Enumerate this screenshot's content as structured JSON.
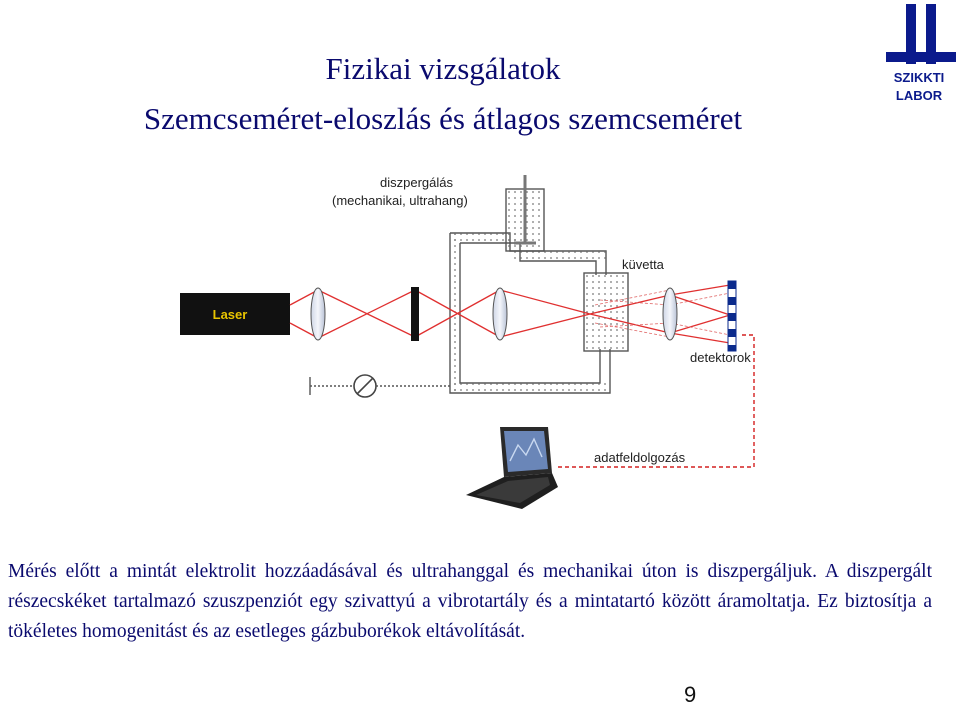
{
  "slide": {
    "title_line1": "Fizikai vizsgálatok",
    "title_line2": "Szemcseméret-eloszlás és átlagos szemcseméret",
    "logo_text_top": "SZIKKTI",
    "logo_text_bottom": "LABOR",
    "paragraph": "Mérés előtt a mintát elektrolit hozzáadásával és ultrahanggal és mechanikai úton is diszpergáljuk. A diszpergált részecskéket tartalmazó szuszpenziót egy szivattyú a vibrotartály és a mintatartó között áramoltatja. Ez biztosítja a tökéletes homogenitást és az esetleges gázbuborékok eltávolítását.",
    "page_number": "9"
  },
  "diagram": {
    "label_dispersion_1": "diszpergálás",
    "label_dispersion_2": "(mechanikai, ultrahang)",
    "label_cuvette": "küvetta",
    "label_detectors": "detektorok",
    "label_laser": "Laser",
    "label_data_processing": "adatfeldolgozás",
    "colors": {
      "beam": "#e03030",
      "dashed_signal": "#d42020",
      "title": "#0a0a6e",
      "logo": "#0b1a8c"
    }
  }
}
